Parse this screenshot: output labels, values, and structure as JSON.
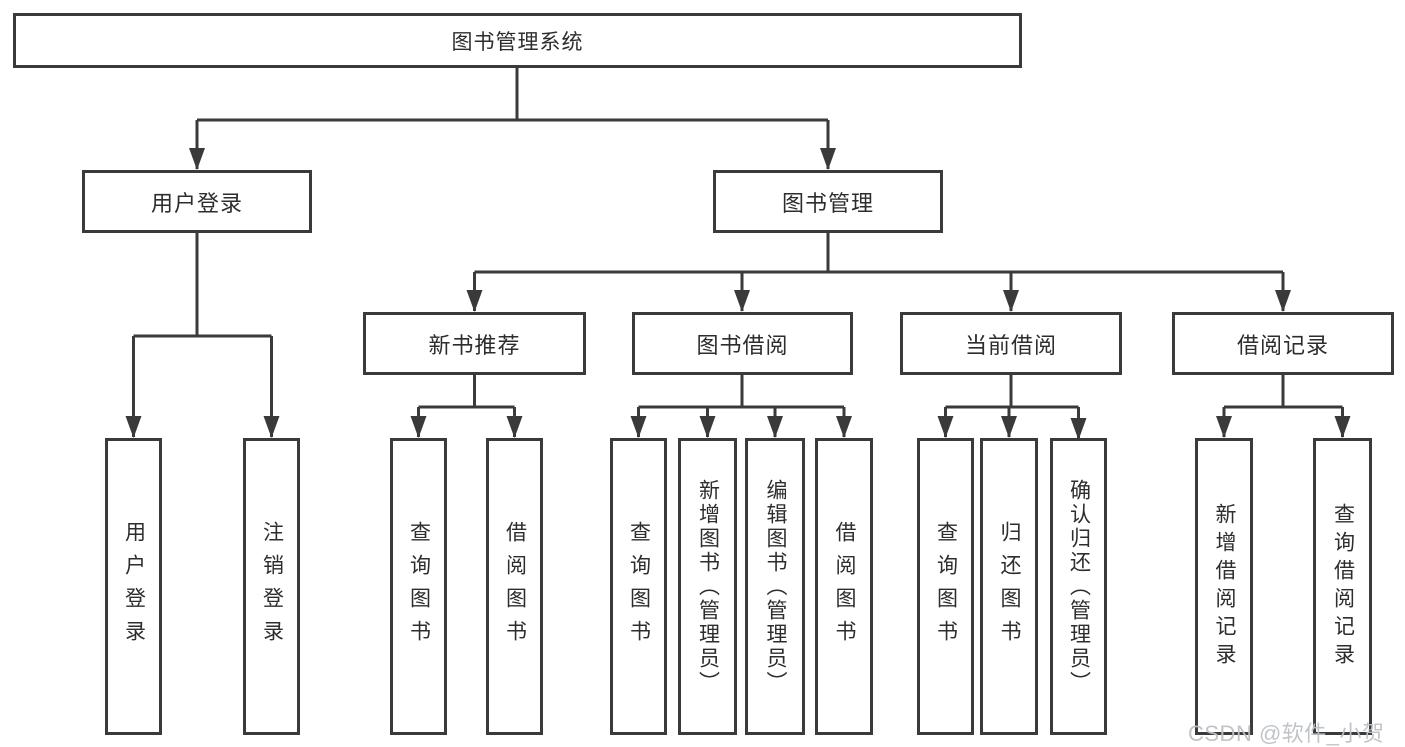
{
  "colors": {
    "line": "#3a3a3a",
    "text": "#2d2d2d",
    "background": "#ffffff",
    "watermark": "#bdc1c6"
  },
  "nodes": {
    "root": "图书管理系统",
    "user_login": "用户登录",
    "book_management": "图书管理",
    "new_book_recommend": "新书推荐",
    "book_borrow": "图书借阅",
    "current_borrow": "当前借阅",
    "borrow_record": "借阅记录",
    "leaf_user_login": "用户登录",
    "leaf_logout": "注销登录",
    "leaf_nbr_query": "查询图书",
    "leaf_nbr_borrow": "借阅图书",
    "leaf_bb_query": "查询图书",
    "leaf_bb_add": "新增图书（管理员）",
    "leaf_bb_edit": "编辑图书（管理员）",
    "leaf_bb_borrow": "借阅图书",
    "leaf_cb_query": "查询图书",
    "leaf_cb_return": "归还图书",
    "leaf_cb_confirm": "确认归还（管理员）",
    "leaf_br_add": "新增借阅记录",
    "leaf_br_query": "查询借阅记录"
  },
  "watermark": "CSDN @软件_小贺同学"
}
